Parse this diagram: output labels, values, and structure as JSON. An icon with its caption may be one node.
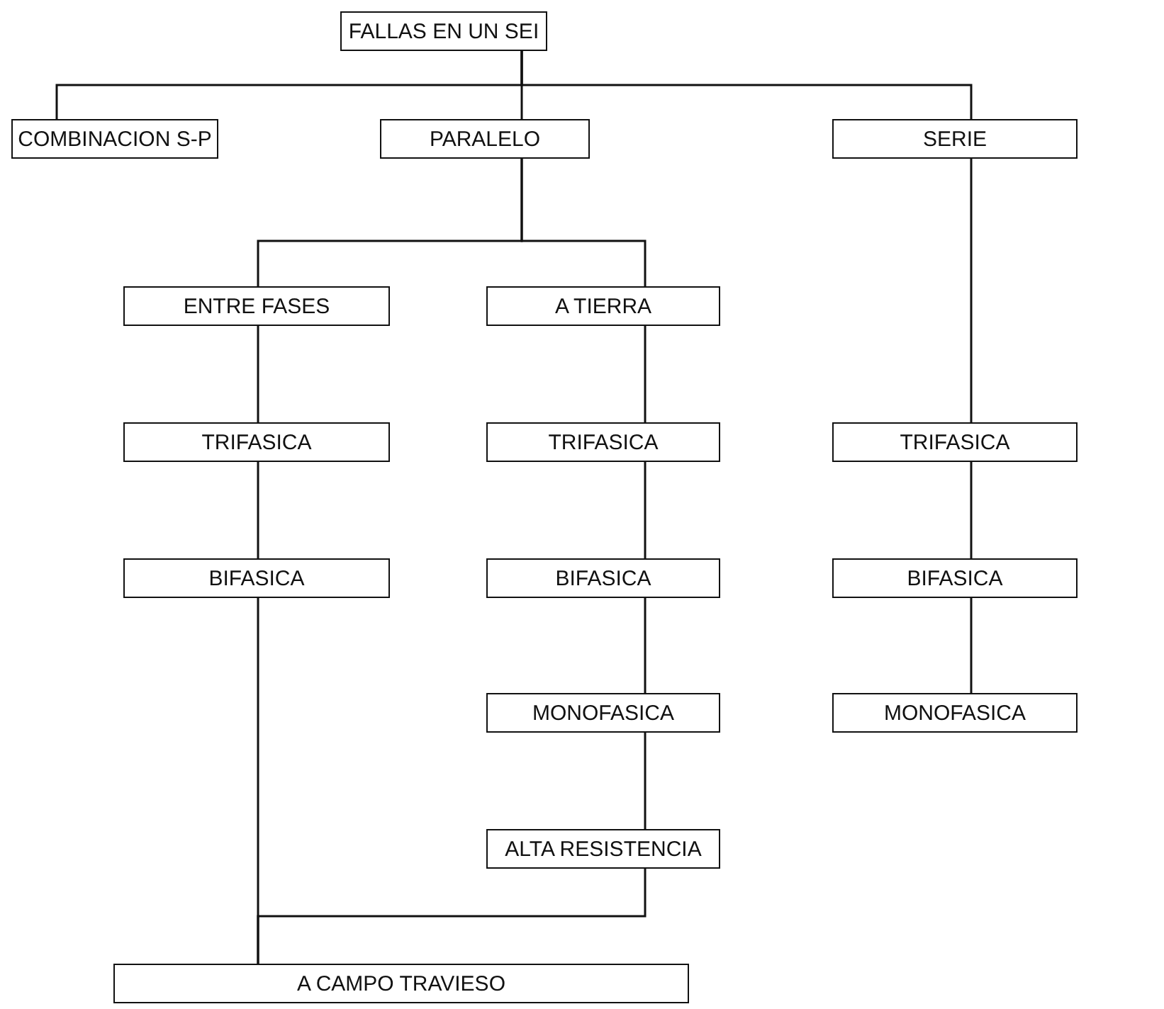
{
  "diagram": {
    "nodes": [
      {
        "text": [
          "FALLAS EN UN SEI"
        ]
      },
      {
        "text": [
          "COMBINACION S-P"
        ]
      },
      {
        "text": [
          "PARALELO"
        ]
      },
      {
        "text": [
          "SERIE"
        ]
      },
      {
        "text": [
          "ENTRE FASES"
        ]
      },
      {
        "text": [
          "A TIERRA"
        ]
      },
      {
        "text": [
          "TRIFASICA"
        ]
      },
      {
        "text": [
          "TRIFASICA"
        ]
      },
      {
        "text": [
          "TRIFASICA"
        ]
      },
      {
        "text": [
          "BIFASICA"
        ]
      },
      {
        "text": [
          "BIFASICA"
        ]
      },
      {
        "text": [
          "BIFASICA"
        ]
      },
      {
        "text": [
          "MONOFASICA"
        ]
      },
      {
        "text": [
          "MONOFASICA"
        ]
      },
      {
        "text": [
          "ALTA RESISTENCIA"
        ]
      },
      {
        "text": [
          "A CAMPO TRAVIESO"
        ]
      }
    ],
    "edges": [
      {
        "from": 0,
        "to": 1,
        "arrow": "none"
      },
      {
        "from": 0,
        "to": 2,
        "arrow": "none"
      },
      {
        "from": 0,
        "to": 3,
        "arrow": "none"
      },
      {
        "from": 2,
        "to": 4,
        "arrow": "none"
      },
      {
        "from": 2,
        "to": 5,
        "arrow": "none"
      },
      {
        "from": 4,
        "to": 6,
        "arrow": "none"
      },
      {
        "from": 6,
        "to": 9,
        "arrow": "none"
      },
      {
        "from": 9,
        "to": 15,
        "arrow": "none"
      },
      {
        "from": 5,
        "to": 7,
        "arrow": "none"
      },
      {
        "from": 7,
        "to": 10,
        "arrow": "none"
      },
      {
        "from": 10,
        "to": 12,
        "arrow": "none"
      },
      {
        "from": 12,
        "to": 14,
        "arrow": "none"
      },
      {
        "from": 14,
        "to": 15,
        "arrow": "none"
      },
      {
        "from": 3,
        "to": 8,
        "arrow": "none"
      },
      {
        "from": 8,
        "to": 11,
        "arrow": "none"
      },
      {
        "from": 11,
        "to": 13,
        "arrow": "none"
      }
    ]
  }
}
